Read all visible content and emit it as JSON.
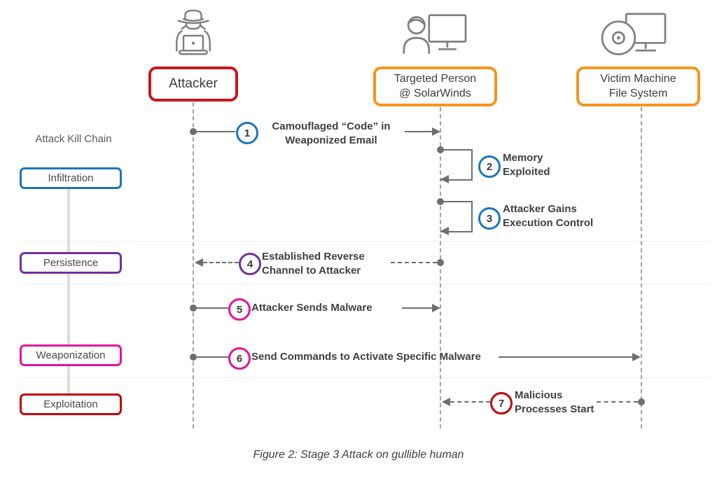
{
  "figure": {
    "caption": "Figure 2: Stage 3 Attack on gullible human"
  },
  "kill_chain": {
    "title": "Attack Kill Chain",
    "stages": [
      {
        "label": "Infiltration",
        "color": "#1b75bc"
      },
      {
        "label": "Persistence",
        "color": "#7030a0"
      },
      {
        "label": "Weaponization",
        "color": "#e6119c"
      },
      {
        "label": "Exploitation",
        "color": "#c00000"
      }
    ]
  },
  "actors": [
    {
      "name_lines": [
        "Attacker"
      ],
      "color": "#c9161c",
      "icon": "spy-laptop-icon"
    },
    {
      "name_lines": [
        "Targeted Person",
        "@ SolarWinds"
      ],
      "color": "#f7941d",
      "icon": "person-monitor-icon"
    },
    {
      "name_lines": [
        "Victim Machine",
        "File System"
      ],
      "color": "#f7941d",
      "icon": "disc-monitor-icon"
    }
  ],
  "messages": [
    {
      "num": "1",
      "color": "#1b75bc",
      "label_lines": [
        "Camouflaged “Code” in",
        "Weaponized Email"
      ],
      "from": "Attacker",
      "to": "Targeted Person @ SolarWinds",
      "line": "solid"
    },
    {
      "num": "2",
      "color": "#1b75bc",
      "label_lines": [
        "Memory",
        "Exploited"
      ],
      "from": "Targeted Person @ SolarWinds",
      "to": "Targeted Person @ SolarWinds",
      "line": "self"
    },
    {
      "num": "3",
      "color": "#1b75bc",
      "label_lines": [
        "Attacker Gains",
        "Execution Control"
      ],
      "from": "Targeted Person @ SolarWinds",
      "to": "Targeted Person @ SolarWinds",
      "line": "self"
    },
    {
      "num": "4",
      "color": "#7030a0",
      "label_lines": [
        "Established Reverse",
        "Channel to Attacker"
      ],
      "from": "Targeted Person @ SolarWinds",
      "to": "Attacker",
      "line": "dashed"
    },
    {
      "num": "5",
      "color": "#e6119c",
      "label_lines": [
        "Attacker Sends Malware"
      ],
      "from": "Attacker",
      "to": "Targeted Person @ SolarWinds",
      "line": "solid"
    },
    {
      "num": "6",
      "color": "#e6119c",
      "label_lines": [
        "Send Commands to Activate Specific Malware"
      ],
      "from": "Attacker",
      "to": "Victim Machine File System",
      "line": "solid"
    },
    {
      "num": "7",
      "color": "#c00000",
      "label_lines": [
        "Malicious",
        "Processes Start"
      ],
      "from": "Victim Machine File System",
      "to": "Targeted Person @ SolarWinds",
      "line": "dashed"
    }
  ]
}
